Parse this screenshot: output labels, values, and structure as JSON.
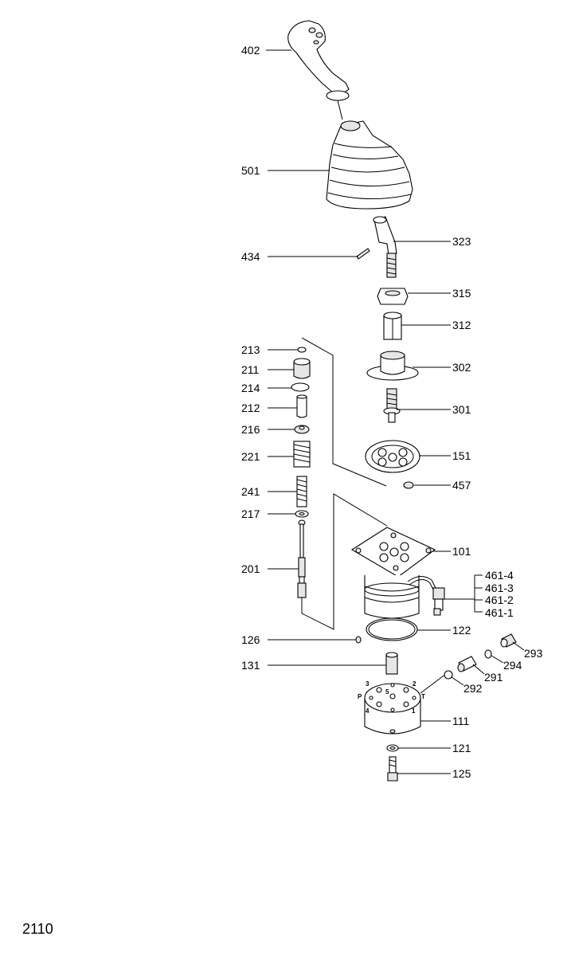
{
  "labels": {
    "402": "402",
    "501": "501",
    "323": "323",
    "434": "434",
    "315": "315",
    "312": "312",
    "302": "302",
    "301": "301",
    "151": "151",
    "457": "457",
    "101": "101",
    "461_4": "461-4",
    "461_3": "461-3",
    "461_2": "461-2",
    "461_1": "461-1",
    "213": "213",
    "211": "211",
    "214": "214",
    "212": "212",
    "216": "216",
    "221": "221",
    "241": "241",
    "217": "217",
    "201": "201",
    "126": "126",
    "122": "122",
    "131": "131",
    "111": "111",
    "121": "121",
    "125": "125",
    "292": "292",
    "291": "291",
    "294": "294",
    "293": "293"
  },
  "port_marks": {
    "p": "P",
    "t": "T",
    "n1": "1",
    "n2": "2",
    "n3": "3",
    "n4": "4",
    "n5": "5"
  },
  "page_number": "2110"
}
